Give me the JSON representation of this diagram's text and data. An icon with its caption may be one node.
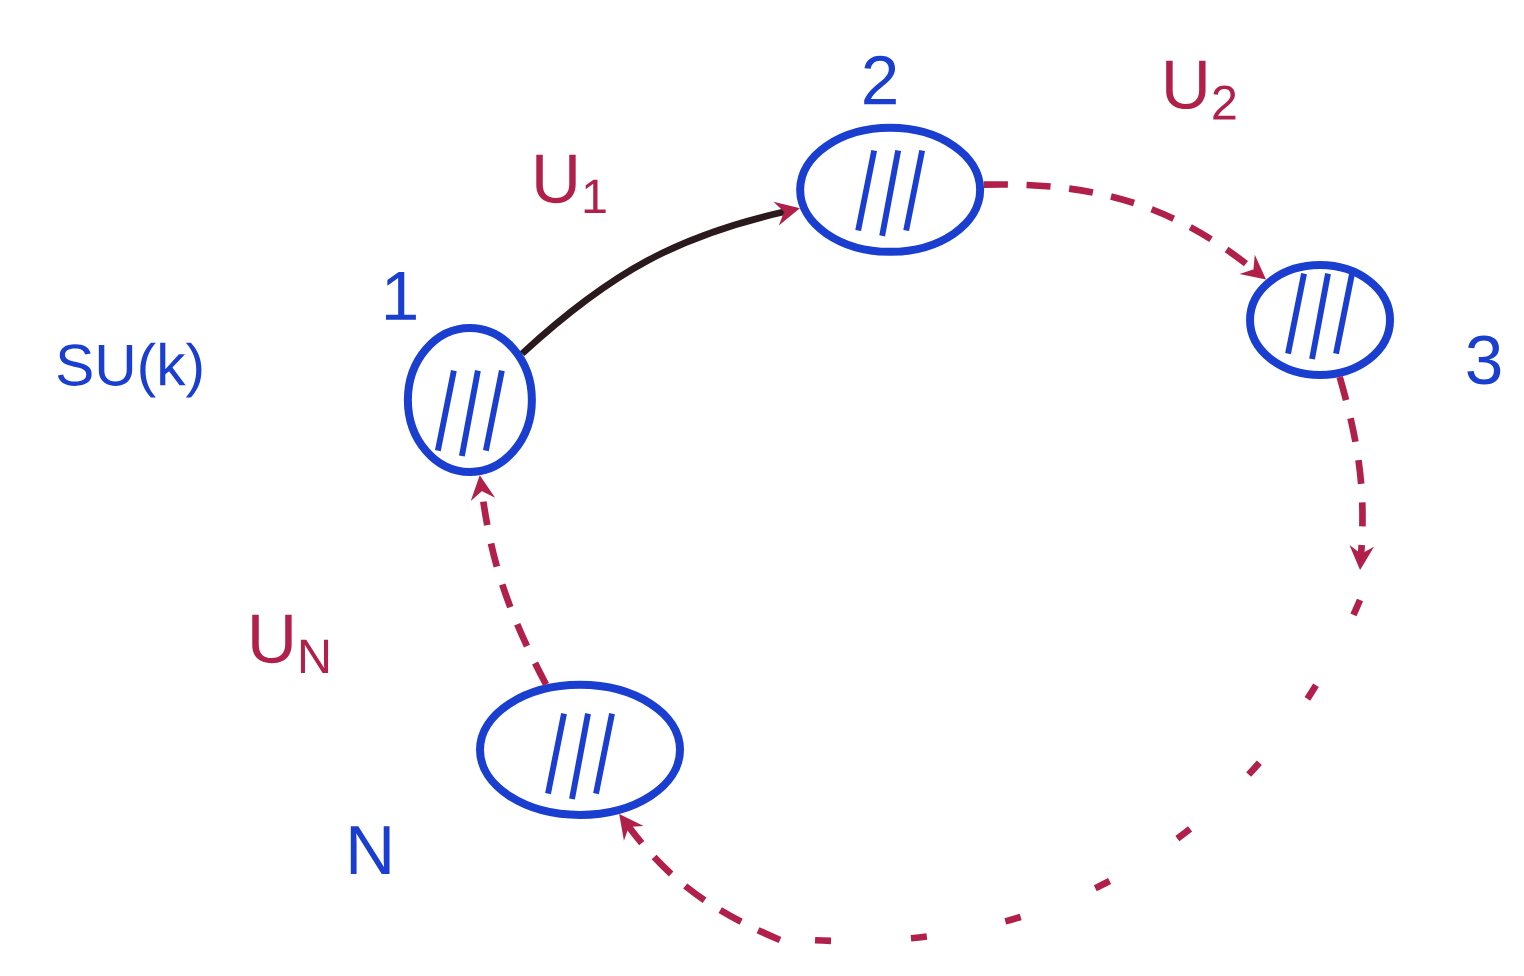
{
  "diagram": {
    "nodes": [
      {
        "text": [],
        "shape": "circle",
        "beside": [
          "1"
        ]
      },
      {
        "text": [],
        "shape": "circle",
        "beside": [
          "2"
        ]
      },
      {
        "text": [],
        "shape": "circle",
        "beside": [
          "3"
        ]
      },
      {
        "text": [],
        "shape": "circle",
        "beside": [
          "N"
        ]
      }
    ],
    "edges": [
      {
        "from": 0,
        "to": 1,
        "arrow": "to",
        "label": "U$_{1}$",
        "color": "#2a1a1e"
      },
      {
        "from": 1,
        "to": 2,
        "arrow": "to",
        "label": "U$_{2}$",
        "style": "dashed"
      },
      {
        "from": 2,
        "to": null,
        "arrow": "to",
        "style": "dashed"
      },
      {
        "from": null,
        "to": 3,
        "arrow": "to",
        "style": "dashed"
      },
      {
        "from": 3,
        "to": 0,
        "arrow": "to",
        "label": "U$_{N}$",
        "style": "dashed"
      }
    ],
    "labels": [
      "SU(k)"
    ]
  }
}
